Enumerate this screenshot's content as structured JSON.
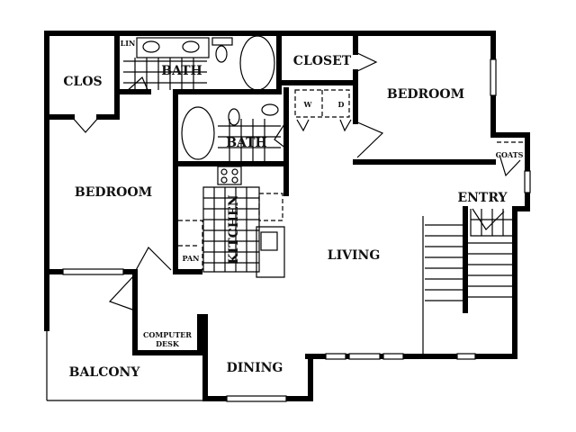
{
  "floorplan": {
    "rooms": {
      "closet_left": "CLOS",
      "linen": "LIN",
      "bath_master": "BATH",
      "closet_right": "CLOSET",
      "washer": "W",
      "dryer": "D",
      "bedroom_right": "BEDROOM",
      "bath_second": "BATH",
      "coats": "COATS",
      "bedroom_left": "BEDROOM",
      "kitchen": "KITCHEN",
      "pantry": "PAN",
      "entry": "ENTRY",
      "living": "LIVING",
      "computer_desk_line1": "COMPUTER",
      "computer_desk_line2": "DESK",
      "balcony": "BALCONY",
      "dining": "DINING"
    }
  }
}
